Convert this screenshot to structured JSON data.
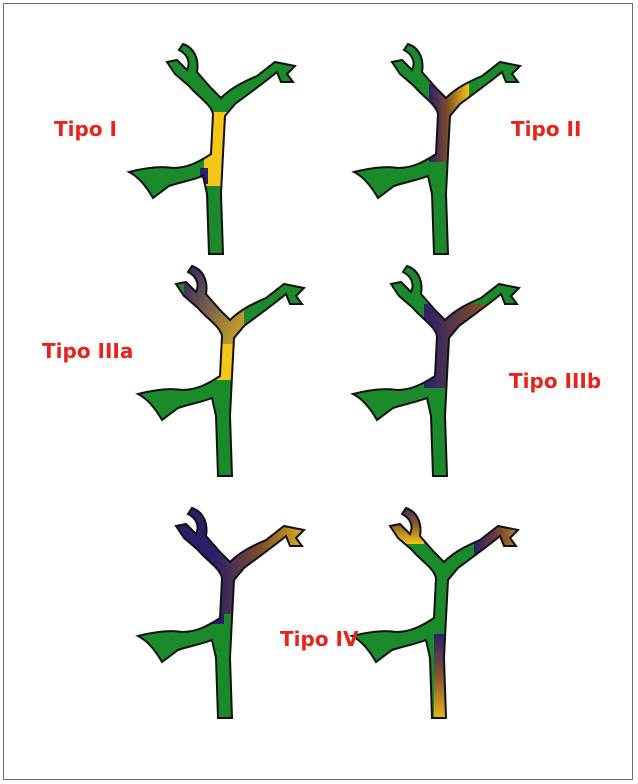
{
  "labels": {
    "tipo_1": "Tipo I",
    "tipo_2": "Tipo II",
    "tipo_3a": "Tipo IIIa",
    "tipo_3b": "Tipo IIIb",
    "tipo_4": "Tipo IV"
  },
  "colors": {
    "duct": "#1a8a2a",
    "tumor_yellow": "#f5c518",
    "tumor_navy": "#2a1f6b",
    "outline": "#111111",
    "label": "#e8231b"
  }
}
